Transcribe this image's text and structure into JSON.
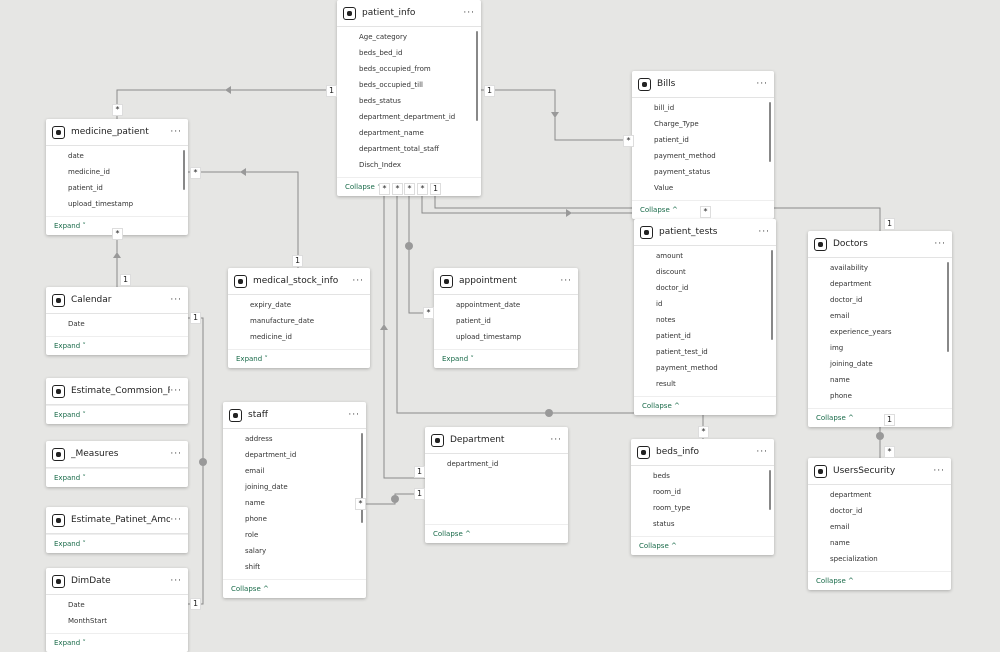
{
  "tables": [
    {
      "id": "patient_info",
      "name": "patient_info",
      "fields": [
        "Age_category",
        "beds_bed_id",
        "beds_occupied_from",
        "beds_occupied_till",
        "beds_status",
        "department_department_id",
        "department_name",
        "department_total_staff",
        "Disch_Index"
      ],
      "footer": "Collapse ^"
    },
    {
      "id": "bills",
      "name": "Bills",
      "fields": [
        "bill_id",
        "Charge_Type",
        "patient_id",
        "payment_method",
        "payment_status",
        "Value"
      ],
      "footer": "Collapse ^"
    },
    {
      "id": "medicine_patient",
      "name": "medicine_patient",
      "fields": [
        "date",
        "medicine_id",
        "patient_id",
        "upload_timestamp"
      ],
      "footer": "Expand ˅"
    },
    {
      "id": "patient_tests",
      "name": "patient_tests",
      "fields": [
        "amount",
        "discount",
        "doctor_id",
        "id",
        "notes",
        "patient_id",
        "patient_test_id",
        "payment_method",
        "result"
      ],
      "footer": "Collapse ^"
    },
    {
      "id": "doctors",
      "name": "Doctors",
      "fields": [
        "availability",
        "department",
        "doctor_id",
        "email",
        "experience_years",
        "img",
        "joining_date",
        "name",
        "phone"
      ],
      "footer": "Collapse ^"
    },
    {
      "id": "medical_stock_info",
      "name": "medical_stock_info",
      "fields": [
        "expiry_date",
        "manufacture_date",
        "medicine_id"
      ],
      "footer": "Expand ˅"
    },
    {
      "id": "appointment",
      "name": "appointment",
      "fields": [
        "appointment_date",
        "patient_id",
        "upload_timestamp"
      ],
      "footer": "Expand ˅"
    },
    {
      "id": "calendar",
      "name": "Calendar",
      "fields": [
        "Date"
      ],
      "footer": "Expand ˅"
    },
    {
      "id": "est_comm",
      "name": "Estimate_Commsion_Rate",
      "fields": [],
      "footer": "Expand ˅"
    },
    {
      "id": "measures",
      "name": "_Measures",
      "fields": [],
      "footer": "Expand ˅"
    },
    {
      "id": "est_pat",
      "name": "Estimate_Patinet_Amount",
      "fields": [],
      "footer": "Expand ˅"
    },
    {
      "id": "dimdate",
      "name": "DimDate",
      "fields": [
        "Date",
        "MonthStart"
      ],
      "footer": "Expand ˅"
    },
    {
      "id": "staff",
      "name": "staff",
      "fields": [
        "address",
        "department_id",
        "email",
        "joining_date",
        "name",
        "phone",
        "role",
        "salary",
        "shift"
      ],
      "footer": "Collapse ^"
    },
    {
      "id": "department",
      "name": "Department",
      "fields": [
        "department_id"
      ],
      "footer": "Collapse ^"
    },
    {
      "id": "beds_info",
      "name": "beds_info",
      "fields": [
        "beds",
        "room_id",
        "room_type",
        "status"
      ],
      "footer": "Collapse ^"
    },
    {
      "id": "users_security",
      "name": "UsersSecurity",
      "fields": [
        "department",
        "doctor_id",
        "email",
        "name",
        "specialization"
      ],
      "footer": "Collapse ^"
    }
  ],
  "relationships": [
    {
      "from": "patient_info",
      "to": "medicine_patient",
      "from_card": "1",
      "to_card": "*"
    },
    {
      "from": "patient_info",
      "to": "Bills",
      "from_card": "1",
      "to_card": "*"
    },
    {
      "from": "medicine_patient",
      "to": "medical_stock_info",
      "from_card": "*",
      "to_card": "1"
    },
    {
      "from": "medicine_patient",
      "to": "Calendar",
      "from_card": "*",
      "to_card": "1"
    },
    {
      "from": "Calendar",
      "to": "DimDate",
      "from_card": "1",
      "to_card": "1"
    },
    {
      "from": "patient_info",
      "to": "Department",
      "from_card": "*",
      "to_card": "1"
    },
    {
      "from": "staff",
      "to": "Department",
      "from_card": "*",
      "to_card": "1"
    },
    {
      "from": "patient_info",
      "to": "beds_info",
      "from_card": "*",
      "to_card": "*"
    },
    {
      "from": "patient_info",
      "to": "appointment",
      "from_card": "*",
      "to_card": "*"
    },
    {
      "from": "patient_info",
      "to": "patient_tests",
      "from_card": "*",
      "to_card": "*"
    },
    {
      "from": "patient_info",
      "to": "Doctors",
      "from_card": "1",
      "to_card": "1"
    },
    {
      "from": "Doctors",
      "to": "UsersSecurity",
      "from_card": "1",
      "to_card": "*"
    }
  ]
}
